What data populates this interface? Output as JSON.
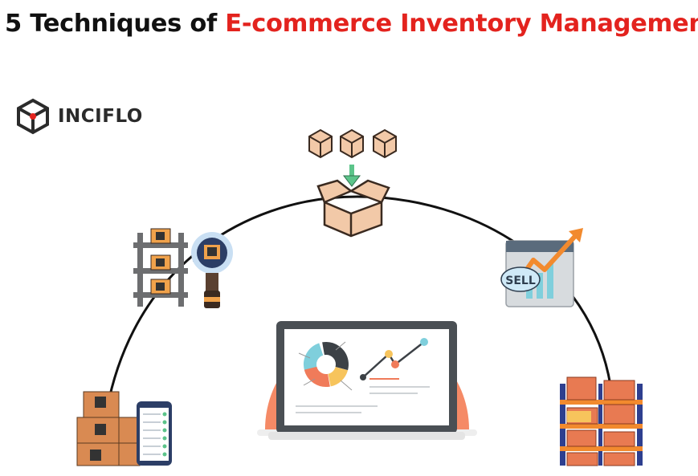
{
  "title": {
    "prefix": "5 Techniques of ",
    "highlight": "E-commerce Inventory Management"
  },
  "brand": {
    "name": "INCIFLO",
    "icon": "hexagon-cube-logo-icon"
  },
  "icons": {
    "stock_receiving": "boxes-into-open-box-icon",
    "scanning": "qr-shelf-scanner-icon",
    "sales": "sell-growth-chart-icon",
    "order_list": "boxes-mobile-checklist-icon",
    "warehouse": "warehouse-rack-icon",
    "dashboard": "laptop-analytics-icon"
  },
  "sell_label": "SELL",
  "colors": {
    "title_text": "#111111",
    "title_accent": "#e3231e",
    "arc": "#111111",
    "sun": "#f58a66",
    "box": "#f2c9a8",
    "box_outline": "#3a2a20",
    "arrow_green": "#5cc48a",
    "laptop_frame": "#4a4f54",
    "donut_blue": "#7fcfdc",
    "donut_orange": "#f07b5a",
    "donut_dark": "#3c4146",
    "donut_yellow": "#f7c45c",
    "growth_arrow": "#f28a2e",
    "rack_blue": "#2e3f8f",
    "rack_orange": "#f28a2e"
  }
}
